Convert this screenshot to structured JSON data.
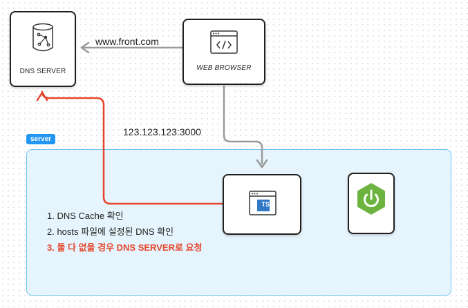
{
  "nodes": {
    "dns_server": {
      "label": "DNS SERVER",
      "icon": "database-network-icon"
    },
    "web_browser": {
      "label": "WEB BROWSER",
      "icon": "browser-code-icon"
    },
    "ts_app": {
      "label": "TS",
      "icon": "typescript-window-icon"
    },
    "spring": {
      "icon": "spring-power-icon"
    }
  },
  "region": {
    "label": "server"
  },
  "edges": {
    "browser_to_dns": {
      "label": "www.front.com"
    },
    "browser_to_server": {
      "label": "123.123.123:3000"
    }
  },
  "steps": [
    {
      "text": "1. DNS Cache 확인"
    },
    {
      "text": "2. hosts 파일에 설정된 DNS 확인"
    },
    {
      "text": "3. 둘 다 없을 경우 DNS SERVER로 요청",
      "highlight": true
    }
  ],
  "colors": {
    "accent_red": "#e5462b",
    "arrow_gray": "#9a9a9a",
    "region_fill": "#e6f4fd",
    "region_border": "#6ec3f0",
    "tag_blue": "#2196f3",
    "ts_blue": "#3178c6",
    "spring_green": "#6db33f"
  }
}
